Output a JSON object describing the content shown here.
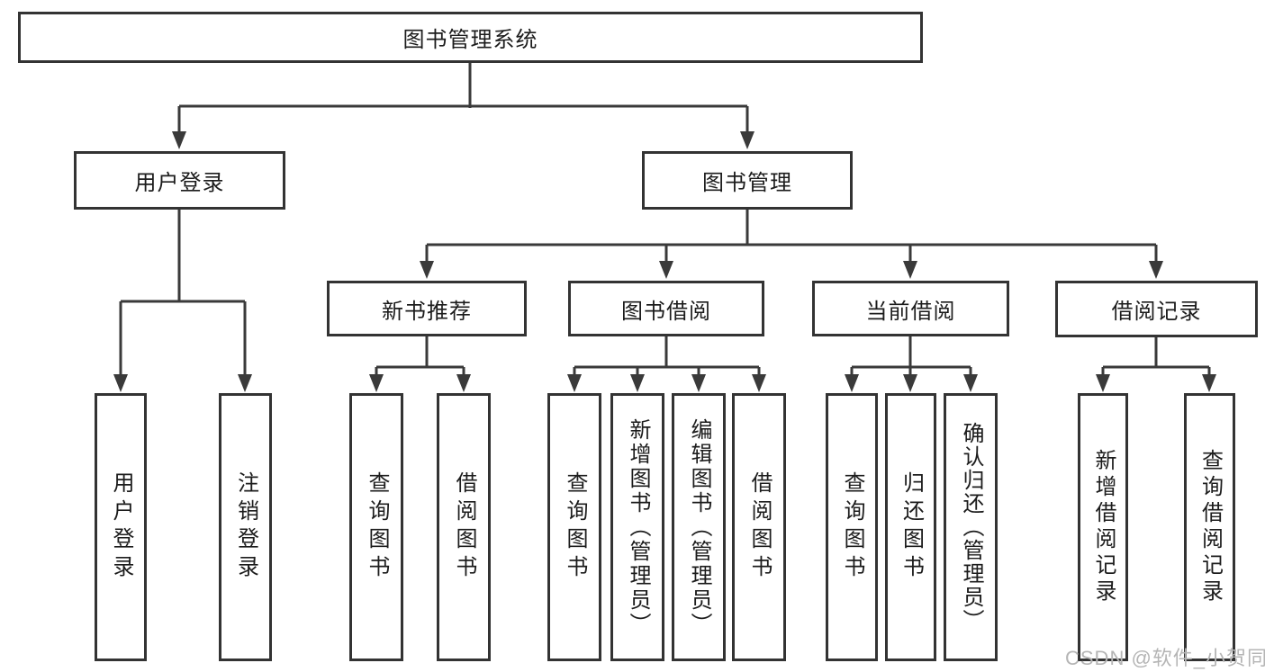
{
  "watermark": {
    "text": "CSDN @软件_小贺同学",
    "color": "#b5b5b5"
  },
  "colors": {
    "line": "#3a3a3a",
    "box_border": "#333333",
    "box_fill": "#ffffff",
    "text": "#1c1c1c",
    "background": "#ffffff"
  },
  "tree": {
    "root": {
      "label": "图书管理系统"
    },
    "branches": [
      {
        "label": "用户登录",
        "children": [
          {
            "label": "用户登录"
          },
          {
            "label": "注销登录"
          }
        ]
      },
      {
        "label": "图书管理",
        "children": [
          {
            "label": "新书推荐",
            "children": [
              {
                "label": "查询图书"
              },
              {
                "label": "借阅图书"
              }
            ]
          },
          {
            "label": "图书借阅",
            "children": [
              {
                "label": "查询图书"
              },
              {
                "label": "新增图书（管理员）"
              },
              {
                "label": "编辑图书（管理员）"
              },
              {
                "label": "借阅图书"
              }
            ]
          },
          {
            "label": "当前借阅",
            "children": [
              {
                "label": "查询图书"
              },
              {
                "label": "归还图书"
              },
              {
                "label": "确认归还（管理员）"
              }
            ]
          },
          {
            "label": "借阅记录",
            "children": [
              {
                "label": "新增借阅记录"
              },
              {
                "label": "查询借阅记录"
              }
            ]
          }
        ]
      }
    ]
  }
}
